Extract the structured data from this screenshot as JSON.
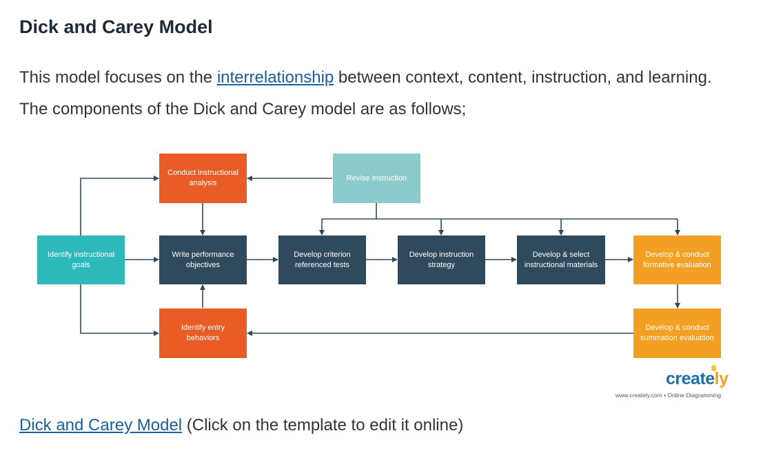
{
  "heading": "Dick and Carey Model",
  "intro": {
    "before": "This model focuses on the ",
    "link": "interrelationship",
    "after": " between context, content, instruction, and learning.  The components of the Dick and Carey model are as follows;"
  },
  "diagram": {
    "nodes": {
      "goals": "Identify instructional goals",
      "analysis": "Conduct instructional analysis",
      "entry": "Identify entry behaviors",
      "objectives": "Write performance objectives",
      "tests": "Develop criterion referenced tests",
      "strategy": "Develop instruction strategy",
      "materials": "Develop & select instructional materials",
      "formative": "Develop & conduct formative evaluation",
      "summative": "Develop & conduct summation evaluation",
      "revise": "Revise Instruction"
    },
    "colors": {
      "orange": "#e95c25",
      "teal": "#2db9b9",
      "navy": "#2e4a5c",
      "light_teal": "#8ccacc",
      "amber": "#f2a024",
      "connector": "#2e4a5c"
    }
  },
  "branding": {
    "logo_main": "create",
    "logo_accent": "ly",
    "tagline": "www.creately.com • Online Diagramming"
  },
  "footer": {
    "link": "Dick and Carey Model",
    "text": " (Click on the template to edit it online)"
  }
}
